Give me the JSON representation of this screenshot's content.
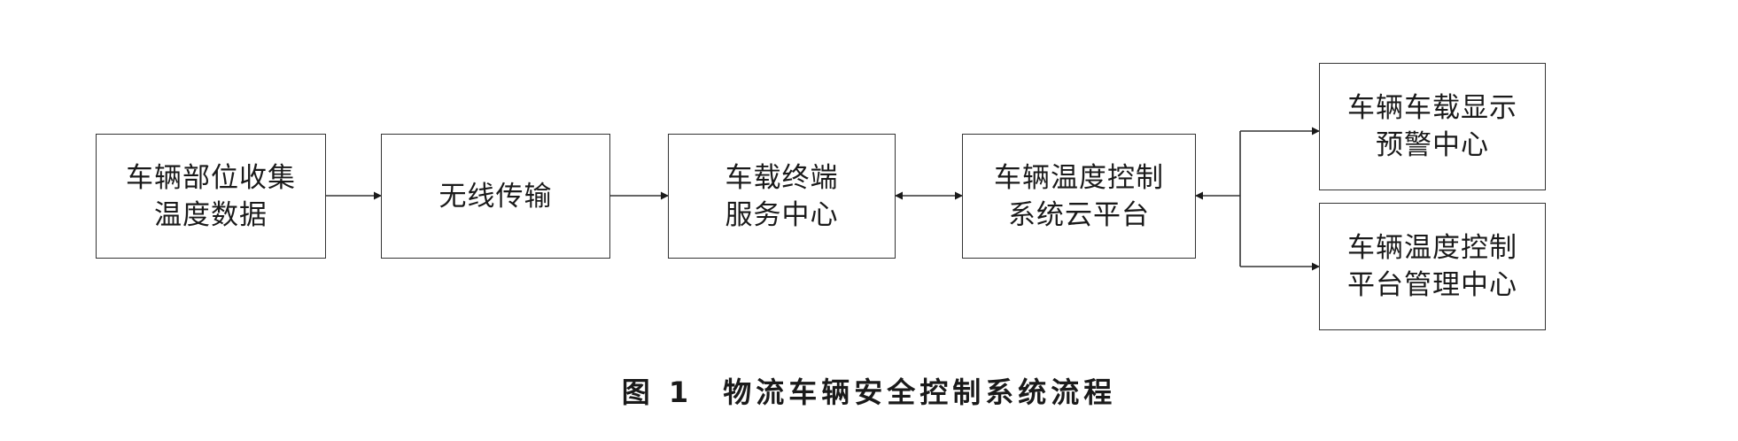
{
  "nodes": {
    "collect": {
      "line1": "车辆部位收集",
      "line2": "温度数据"
    },
    "wireless": {
      "line1": "无线传输"
    },
    "terminal": {
      "line1": "车载终端",
      "line2": "服务中心"
    },
    "cloud": {
      "line1": "车辆温度控制",
      "line2": "系统云平台"
    },
    "display": {
      "line1": "车辆车载显示",
      "line2": "预警中心"
    },
    "management": {
      "line1": "车辆温度控制",
      "line2": "平台管理中心"
    }
  },
  "caption": {
    "number": "图 1",
    "title": "物流车辆安全控制系统流程"
  },
  "colors": {
    "stroke": "#333333",
    "text": "#1a1a1a"
  }
}
